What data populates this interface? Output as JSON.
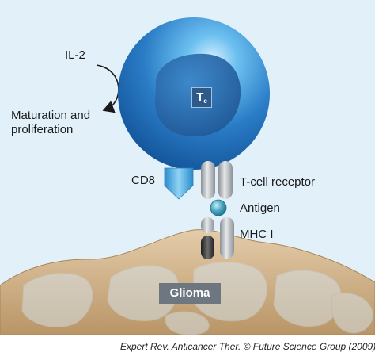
{
  "labels": {
    "il2": "IL-2",
    "maturation": "Maturation and proliferation",
    "tcell_letter": "T",
    "tcell_subscript": "c",
    "cd8": "CD8",
    "tcr": "T-cell receptor",
    "antigen": "Antigen",
    "mhc": "MHC I",
    "glioma": "Glioma"
  },
  "citation": "Expert Rev. Anticancer Ther. © Future Science Group (2009)",
  "colors": {
    "background": "#e2f0f9",
    "tcell_outer": "#2474bd",
    "tcell_inner": "#2a63a3",
    "receptor_grey": "#b3b8bd",
    "antigen": "#3c95b0",
    "cd8": "#4aa7dc",
    "tissue": "#d5b995",
    "glioma_label_bg": "#6e7680"
  },
  "icons": {
    "arrow": "curved-arrow-icon"
  }
}
